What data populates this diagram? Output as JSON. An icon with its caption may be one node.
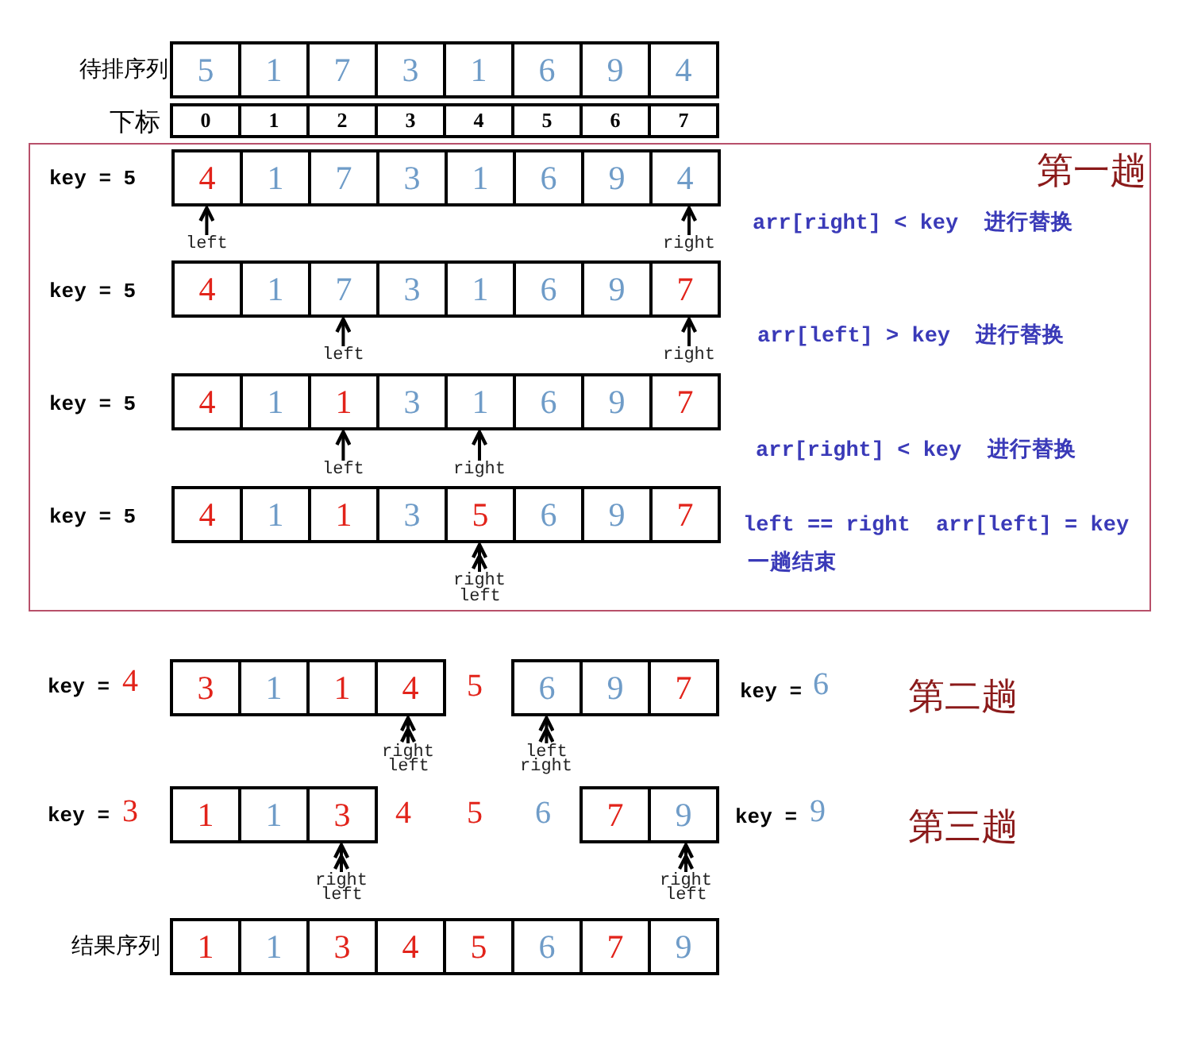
{
  "diagram": {
    "nodes": [
      {
        "text": [
          "5"
        ]
      },
      {
        "text": [
          "1"
        ]
      },
      {
        "text": [
          "7"
        ]
      },
      {
        "text": [
          "3"
        ]
      },
      {
        "text": [
          "1"
        ]
      },
      {
        "text": [
          "6"
        ]
      },
      {
        "text": [
          "9"
        ]
      },
      {
        "text": [
          "4"
        ]
      },
      {
        "text": [
          "0"
        ]
      },
      {
        "text": [
          "1"
        ]
      },
      {
        "text": [
          "2"
        ]
      },
      {
        "text": [
          "3"
        ]
      },
      {
        "text": [
          "4"
        ]
      },
      {
        "text": [
          "5"
        ]
      },
      {
        "text": [
          "6"
        ]
      },
      {
        "text": [
          "7"
        ]
      },
      {
        "text": [
          "第一趟"
        ]
      },
      {
        "text": [
          "4"
        ],
        "in": 16
      },
      {
        "text": [
          "1"
        ],
        "in": 16
      },
      {
        "text": [
          "7"
        ],
        "in": 16
      },
      {
        "text": [
          "3"
        ],
        "in": 16
      },
      {
        "text": [
          "1"
        ],
        "in": 16
      },
      {
        "text": [
          "6"
        ],
        "in": 16
      },
      {
        "text": [
          "9"
        ],
        "in": 16
      },
      {
        "text": [
          "4"
        ],
        "in": 16
      },
      {
        "text": [
          "left"
        ],
        "in": 16
      },
      {
        "text": [
          "right"
        ],
        "in": 16
      },
      {
        "text": [
          "4"
        ],
        "in": 16
      },
      {
        "text": [
          "1"
        ],
        "in": 16
      },
      {
        "text": [
          "7"
        ],
        "in": 16
      },
      {
        "text": [
          "3"
        ],
        "in": 16
      },
      {
        "text": [
          "1"
        ],
        "in": 16
      },
      {
        "text": [
          "6"
        ],
        "in": 16
      },
      {
        "text": [
          "9"
        ],
        "in": 16
      },
      {
        "text": [
          "7"
        ],
        "in": 16
      },
      {
        "text": [
          "left"
        ],
        "in": 16
      },
      {
        "text": [
          "right"
        ],
        "in": 16
      },
      {
        "text": [
          "4"
        ],
        "in": 16
      },
      {
        "text": [
          "1"
        ],
        "in": 16
      },
      {
        "text": [
          "1"
        ],
        "in": 16
      },
      {
        "text": [
          "3"
        ],
        "in": 16
      },
      {
        "text": [
          "1"
        ],
        "in": 16
      },
      {
        "text": [
          "6"
        ],
        "in": 16
      },
      {
        "text": [
          "9"
        ],
        "in": 16
      },
      {
        "text": [
          "7"
        ],
        "in": 16
      },
      {
        "text": [
          "left"
        ],
        "in": 16
      },
      {
        "text": [
          "right"
        ],
        "in": 16
      },
      {
        "text": [
          "4"
        ],
        "in": 16
      },
      {
        "text": [
          "1"
        ],
        "in": 16
      },
      {
        "text": [
          "1"
        ],
        "in": 16
      },
      {
        "text": [
          "3"
        ],
        "in": 16
      },
      {
        "text": [
          "5"
        ],
        "in": 16
      },
      {
        "text": [
          "6"
        ],
        "in": 16
      },
      {
        "text": [
          "9"
        ],
        "in": 16
      },
      {
        "text": [
          "7"
        ],
        "in": 16
      },
      {
        "text": [
          "right"
        ],
        "in": 16
      },
      {
        "text": [
          "left"
        ],
        "in": 16
      },
      {
        "text": [
          "3"
        ]
      },
      {
        "text": [
          "1"
        ]
      },
      {
        "text": [
          "1"
        ]
      },
      {
        "text": [
          "4"
        ]
      },
      {
        "text": [
          "6"
        ]
      },
      {
        "text": [
          "9"
        ]
      },
      {
        "text": [
          "7"
        ]
      },
      {
        "text": [
          "right"
        ]
      },
      {
        "text": [
          "left"
        ]
      },
      {
        "text": [
          "left"
        ]
      },
      {
        "text": [
          "right"
        ]
      },
      {
        "text": [
          "1"
        ]
      },
      {
        "text": [
          "1"
        ]
      },
      {
        "text": [
          "3"
        ]
      },
      {
        "text": [
          "7"
        ]
      },
      {
        "text": [
          "9"
        ]
      },
      {
        "text": [
          "right"
        ]
      },
      {
        "text": [
          "left"
        ]
      },
      {
        "text": [
          "right"
        ]
      },
      {
        "text": [
          "left"
        ]
      },
      {
        "text": [
          "1"
        ]
      },
      {
        "text": [
          "1"
        ]
      },
      {
        "text": [
          "3"
        ]
      },
      {
        "text": [
          "4"
        ]
      },
      {
        "text": [
          "5"
        ]
      },
      {
        "text": [
          "6"
        ]
      },
      {
        "text": [
          "7"
        ]
      },
      {
        "text": [
          "9"
        ]
      }
    ],
    "edges": [
      {
        "from": 25,
        "to": 17,
        "arrow": "to"
      },
      {
        "from": 26,
        "to": 24,
        "arrow": "to"
      },
      {
        "from": 35,
        "to": 29,
        "arrow": "to"
      },
      {
        "from": 36,
        "to": 34,
        "arrow": "to"
      },
      {
        "from": 45,
        "to": 39,
        "arrow": "to"
      },
      {
        "from": 46,
        "to": 41,
        "arrow": "to"
      },
      {
        "from": 55,
        "to": 51,
        "arrow": "to"
      },
      {
        "from": 56,
        "to": 51,
        "arrow": "to"
      },
      {
        "from": 64,
        "to": 60,
        "arrow": "to"
      },
      {
        "from": 65,
        "to": 60,
        "arrow": "to"
      },
      {
        "from": 66,
        "to": 61,
        "arrow": "to"
      },
      {
        "from": 67,
        "to": 61,
        "arrow": "to"
      },
      {
        "from": 73,
        "to": 70,
        "arrow": "to"
      },
      {
        "from": 74,
        "to": 70,
        "arrow": "to"
      },
      {
        "from": 75,
        "to": 72,
        "arrow": "to"
      },
      {
        "from": 76,
        "to": 72,
        "arrow": "to"
      }
    ],
    "labels": [
      "待排序列",
      "下标",
      "key = 5",
      "arr[right] < key  进行替换",
      "key = 5",
      "arr[left] > key  进行替换",
      "key = 5",
      "arr[right] < key  进行替换",
      "key = 5",
      "left == right  arr[left] = key",
      "一趟结束",
      "key =",
      "4",
      "5",
      "key =",
      "6",
      "第二趟",
      "key =",
      "3",
      "4",
      "5",
      "6",
      "key =",
      "9",
      "第三趟",
      "结果序列"
    ]
  }
}
